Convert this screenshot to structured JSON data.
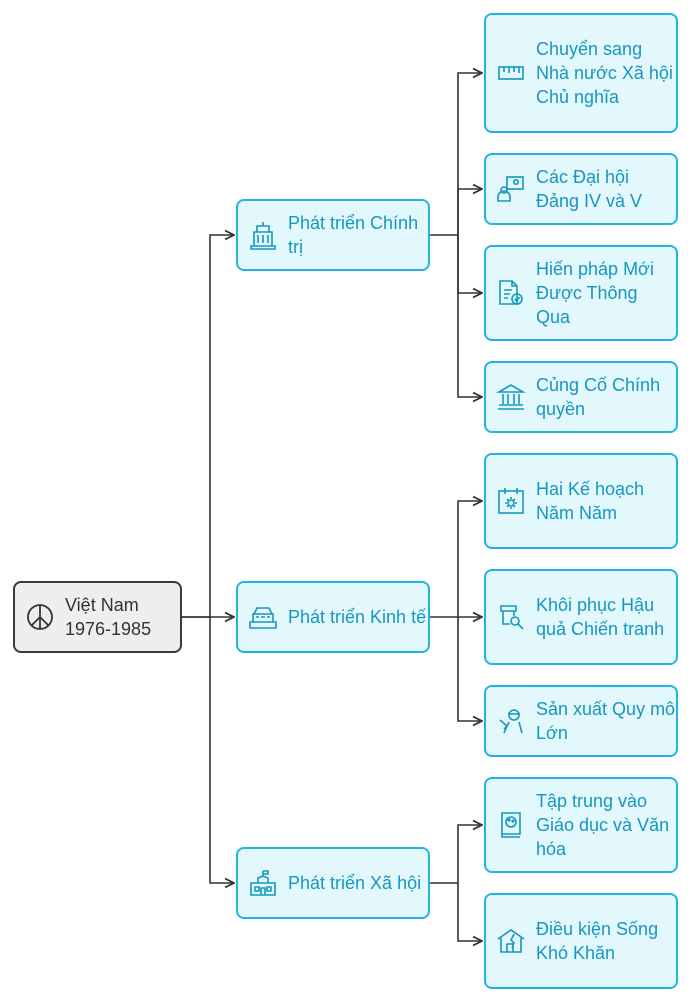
{
  "root": {
    "label": "Việt Nam 1976-1985",
    "icon": "peace-icon"
  },
  "branches": [
    {
      "label": "Phát triển Chính trị",
      "icon": "government-building-icon",
      "children": [
        {
          "label": "Chuyển sang Nhà nước Xã hội Chủ nghĩa",
          "icon": "ruler-icon"
        },
        {
          "label": "Các Đại hội Đảng IV và V",
          "icon": "presenter-icon"
        },
        {
          "label": "Hiến pháp Mới Được Thông Qua",
          "icon": "approved-document-icon"
        },
        {
          "label": "Củng Cố Chính quyền",
          "icon": "institution-icon"
        }
      ]
    },
    {
      "label": "Phát triển Kinh tế",
      "icon": "factory-icon",
      "children": [
        {
          "label": "Hai Kế hoạch Năm Năm",
          "icon": "calendar-gear-icon"
        },
        {
          "label": "Khôi phục Hậu quả Chiến tranh",
          "icon": "repair-icon"
        },
        {
          "label": "Sản xuất Quy mô Lớn",
          "icon": "worker-icon"
        }
      ]
    },
    {
      "label": "Phát triển Xã hội",
      "icon": "school-icon",
      "children": [
        {
          "label": "Tập trung vào Giáo dục và Văn hóa",
          "icon": "book-palette-icon"
        },
        {
          "label": "Điều kiện Sống Khó Khăn",
          "icon": "damaged-house-icon"
        }
      ]
    }
  ],
  "colors": {
    "branch_fill": "#e3f8fd",
    "branch_border": "#23b4de",
    "branch_text": "#1697bf",
    "root_fill": "#eeeeee",
    "root_border": "#3a3a3a",
    "connector": "#333333"
  }
}
